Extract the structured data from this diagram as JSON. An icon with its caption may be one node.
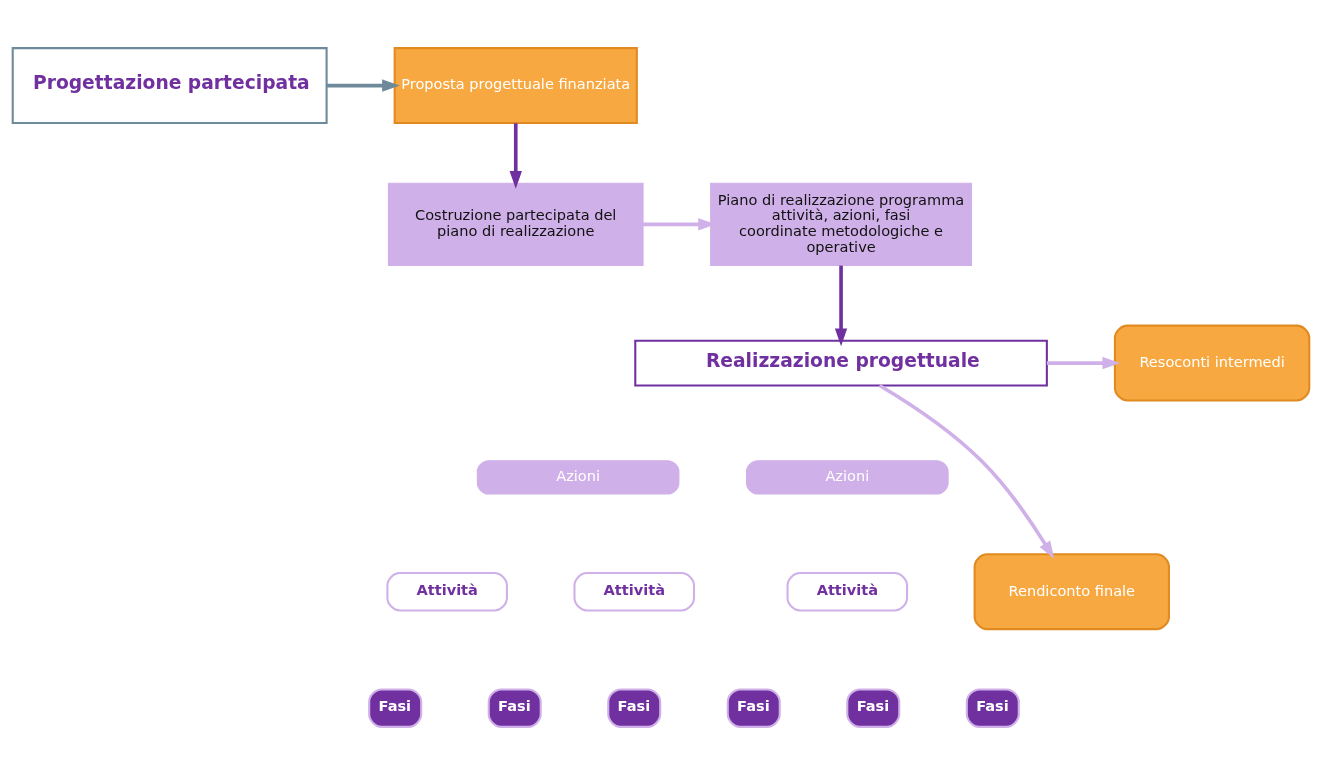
{
  "diagram": {
    "nodes": [
      {
        "text": [
          "Progettazione partecipata"
        ]
      },
      {
        "text": [
          "Proposta progettuale finanziata"
        ]
      },
      {
        "text": [
          "Costruzione partecipata del piano di realizzazione"
        ]
      },
      {
        "text": [
          "Piano di realizzazione programma attività, azioni, fasi coordinate metodologiche e operative"
        ]
      },
      {
        "text": [
          "Realizzazione progettuale"
        ]
      },
      {
        "text": [
          "Azioni"
        ]
      },
      {
        "text": [
          "Azioni"
        ]
      },
      {
        "text": [
          "Attività"
        ]
      },
      {
        "text": [
          "Attività"
        ]
      },
      {
        "text": [
          "Attività"
        ]
      },
      {
        "text": [
          "Fasi"
        ]
      },
      {
        "text": [
          "Fasi"
        ]
      },
      {
        "text": [
          "Fasi"
        ]
      },
      {
        "text": [
          "Fasi"
        ]
      },
      {
        "text": [
          "Fasi"
        ]
      },
      {
        "text": [
          "Fasi"
        ]
      },
      {
        "text": [
          "Resoconti intermedi"
        ]
      },
      {
        "text": [
          "Rendiconto finale"
        ]
      }
    ],
    "edges": [
      {
        "from": 0,
        "to": 1,
        "arrow": "to",
        "color": "#6e8a9a"
      },
      {
        "from": 1,
        "to": 2,
        "arrow": "to",
        "color": "#7030a0"
      },
      {
        "from": 2,
        "to": 3,
        "arrow": "to",
        "color": "#d0b0e8"
      },
      {
        "from": 3,
        "to": 4,
        "arrow": "to",
        "color": "#7030a0"
      },
      {
        "from": 4,
        "to": 16,
        "arrow": "to",
        "color": "#d0b0e8"
      },
      {
        "from": 4,
        "to": 17,
        "arrow": "to",
        "color": "#d0b0e8"
      }
    ]
  }
}
